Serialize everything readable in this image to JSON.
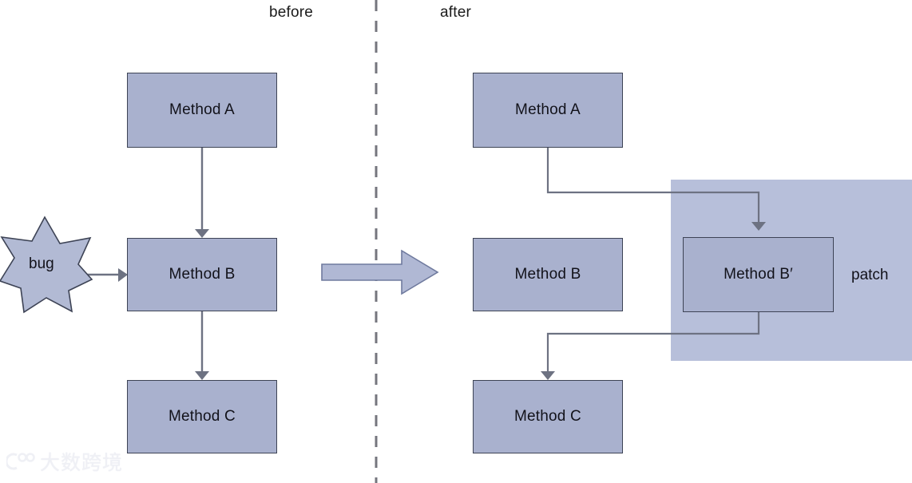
{
  "diagram": {
    "title_before": "before",
    "title_after": "after",
    "divider": "vertical-dashed-divider",
    "transition_arrow": "block-arrow-right",
    "colors": {
      "node_fill": "#a9b1ce",
      "node_stroke": "#3d4355",
      "patch_fill": "#b7bfda",
      "connector": "#6d7282",
      "divider": "#75767e",
      "text": "#12121a",
      "arrow_fill": "#b0b8d4",
      "arrow_stroke": "#6f7a9e",
      "star_fill": "#b2bad4",
      "star_stroke": "#3d4355"
    },
    "before": {
      "nodes": [
        {
          "id": "before-method-a",
          "label": "Method A"
        },
        {
          "id": "before-method-b",
          "label": "Method B"
        },
        {
          "id": "before-method-c",
          "label": "Method C"
        }
      ],
      "bug": {
        "label": "bug",
        "shape": "8-point-star"
      },
      "edges": [
        {
          "from": "Method A",
          "to": "Method B"
        },
        {
          "from": "bug",
          "to": "Method B"
        },
        {
          "from": "Method B",
          "to": "Method C"
        }
      ]
    },
    "after": {
      "nodes": [
        {
          "id": "after-method-a",
          "label": "Method A"
        },
        {
          "id": "after-method-b",
          "label": "Method B"
        },
        {
          "id": "after-method-c",
          "label": "Method C"
        },
        {
          "id": "after-method-b-prime",
          "label": "Method B′"
        }
      ],
      "patch": {
        "label": "patch"
      },
      "edges": [
        {
          "from": "Method A",
          "to": "Method B′"
        },
        {
          "from": "Method B′",
          "to": "Method C"
        }
      ]
    },
    "watermark": {
      "text": "大数跨境",
      "logo": "circle-logo-icon"
    }
  }
}
